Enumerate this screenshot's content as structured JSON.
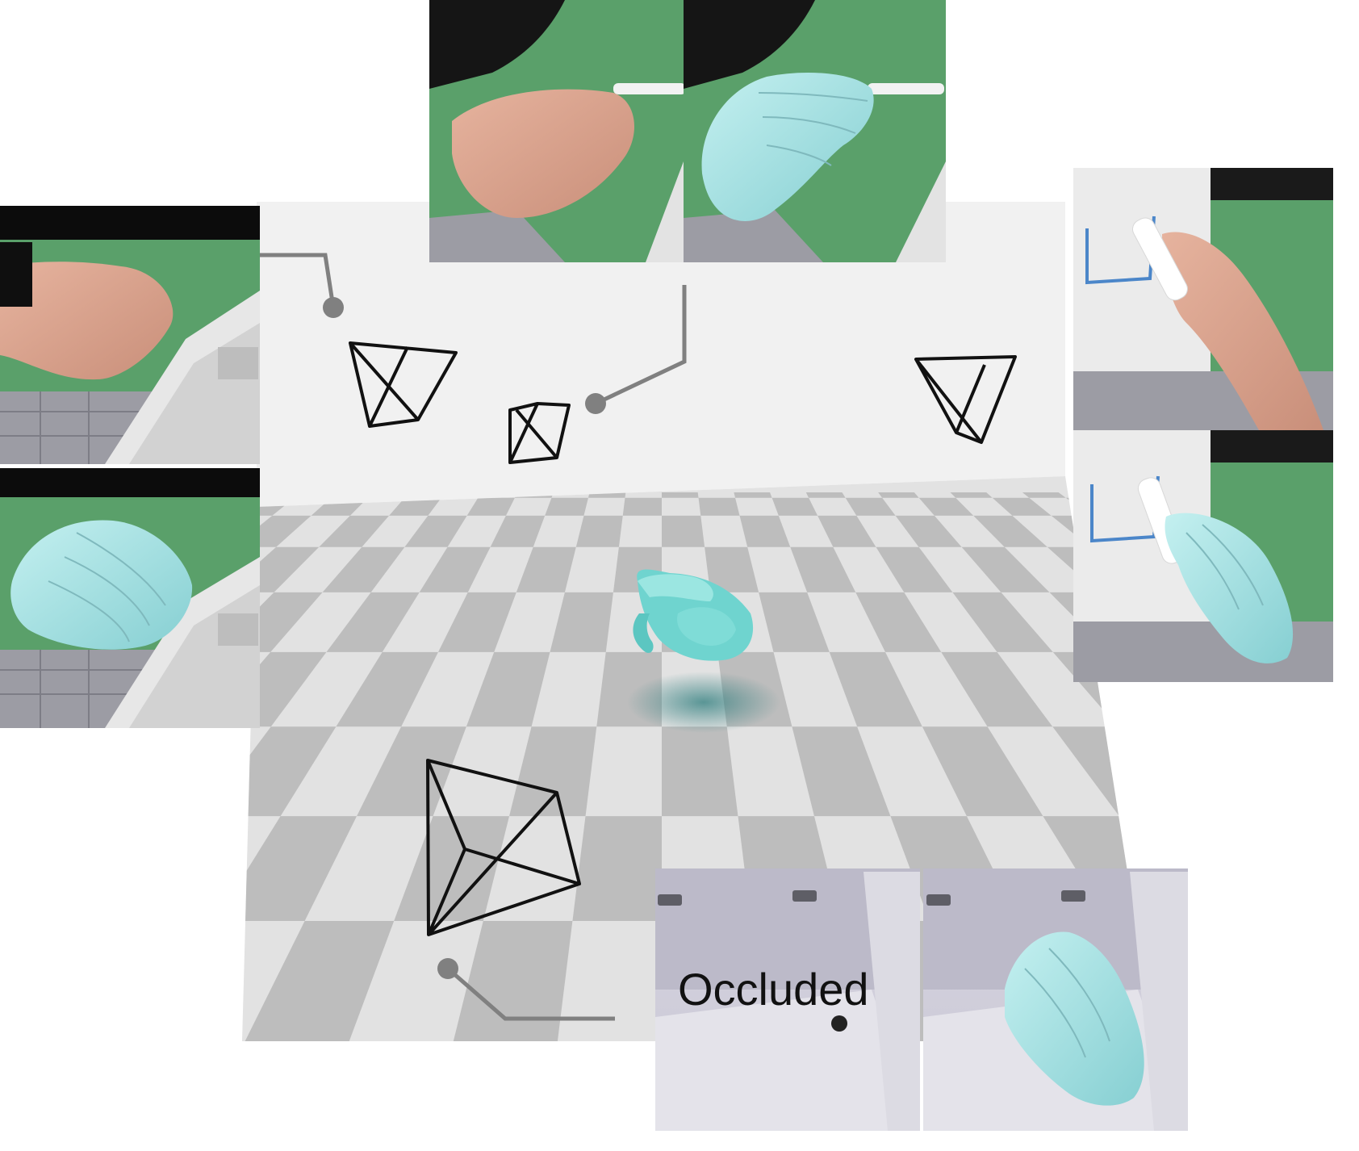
{
  "labels": {
    "occluded": "Occluded"
  },
  "colors": {
    "background": "#ffffff",
    "wall": "#f1f1f1",
    "floor_light": "#e2e2e2",
    "floor_dark": "#bdbdbd",
    "hand_mesh": "#6fd4cf",
    "hand_overlay": "#a6e0e1",
    "green_screen": "#5aa06a",
    "camera_frustum": "#111111",
    "leader_line": "#808080"
  },
  "scene": {
    "camera_count": 4,
    "reconstructed_hand": "cyan-hand-mesh",
    "floor_pattern": "checkerboard"
  },
  "views": [
    {
      "id": "left",
      "panels": [
        "input-frame",
        "hand-overlay"
      ],
      "subject": "hand-on-tablet"
    },
    {
      "id": "top",
      "panels": [
        "input-frame",
        "hand-overlay"
      ],
      "subject": "hand-holding-marker"
    },
    {
      "id": "right",
      "panels": [
        "input-frame",
        "hand-overlay"
      ],
      "subject": "hand-drawing-on-whiteboard"
    },
    {
      "id": "bottom",
      "panels": [
        "input-frame",
        "hand-overlay"
      ],
      "subject": "occluded-hand"
    }
  ]
}
